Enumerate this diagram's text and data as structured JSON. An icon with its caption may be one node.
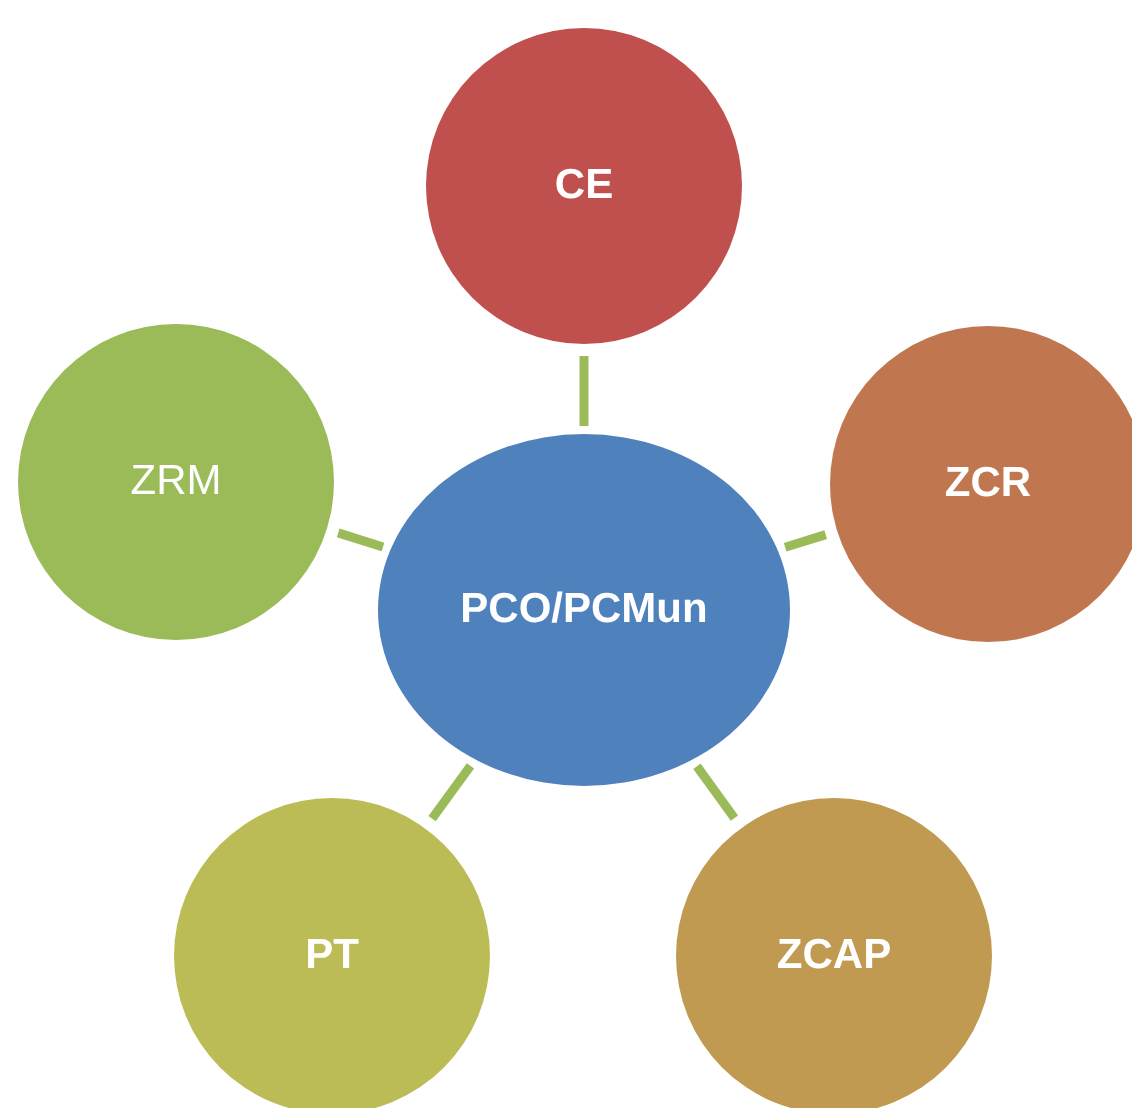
{
  "diagram": {
    "nodes": [
      {
        "text": [
          "CE"
        ]
      },
      {
        "text": [
          "ZRM"
        ]
      },
      {
        "text": [
          "PCO/PCMun"
        ]
      },
      {
        "text": [
          "ZCR"
        ]
      },
      {
        "text": [
          "PT"
        ]
      },
      {
        "text": [
          "ZCAP"
        ]
      }
    ],
    "edges": [
      {
        "from": 2,
        "to": 0,
        "arrow": "none"
      },
      {
        "from": 2,
        "to": 1,
        "arrow": "none"
      },
      {
        "from": 2,
        "to": 3,
        "arrow": "none"
      },
      {
        "from": 2,
        "to": 4,
        "arrow": "none"
      },
      {
        "from": 2,
        "to": 5,
        "arrow": "none"
      }
    ]
  }
}
